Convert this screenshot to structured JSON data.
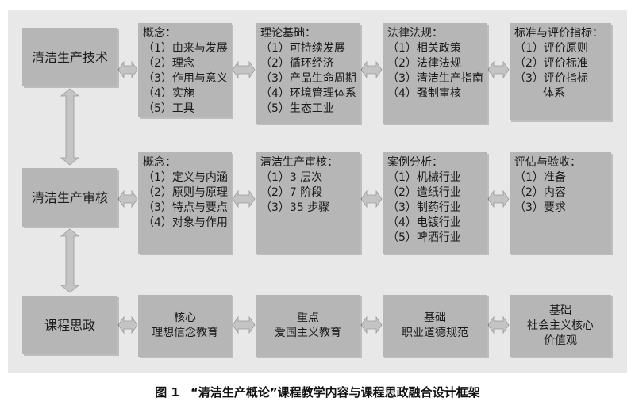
{
  "rows": [
    {
      "head": "清洁生产技术",
      "cells": [
        {
          "title": "概念：",
          "items": [
            "（1）由来与发展",
            "（2）理念",
            "（3）作用与意义",
            "（4）实施",
            "（5）工具"
          ]
        },
        {
          "title": "理论基础：",
          "items": [
            "（1）可持续发展",
            "（2）循环经济",
            "（3）产品生命周期",
            "（4）环境管理体系",
            "（5）生态工业"
          ]
        },
        {
          "title": "法律法规：",
          "items": [
            "（1）相关政策",
            "（2）法律法规",
            "（3）清洁生产指南",
            "（4）强制审核"
          ]
        },
        {
          "title": "标准与评价指标：",
          "items": [
            "（1）评价原则",
            "（2）评价标准",
            "（3）评价指标"
          ],
          "hang": "体系"
        }
      ]
    },
    {
      "head": "清洁生产审核",
      "cells": [
        {
          "title": "概念：",
          "items": [
            "（1）定义与内涵",
            "（2）原则与原理",
            "（3）特点与要点",
            "（4）对象与作用"
          ]
        },
        {
          "title": "清洁生产审核：",
          "items": [
            "（1）3 层次",
            "（2）7 阶段",
            "（3）35 步骤"
          ]
        },
        {
          "title": "案例分析：",
          "items": [
            "（1）机械行业",
            "（2）造纸行业",
            "（3）制药行业",
            "（4）电镀行业",
            "（5）啤酒行业"
          ]
        },
        {
          "title": "评估与验收：",
          "items": [
            "（1）准备",
            "（2）内容",
            "（3）要求"
          ]
        }
      ]
    },
    {
      "head": "课程思政",
      "cells": [
        {
          "lines": [
            "核心",
            "理想信念教育"
          ]
        },
        {
          "lines": [
            "重点",
            "爱国主义教育"
          ]
        },
        {
          "lines": [
            "基础",
            "职业道德规范"
          ]
        },
        {
          "lines": [
            "基础",
            "社会主义核心",
            "价值观"
          ]
        }
      ]
    }
  ],
  "caption": {
    "number": "图 1",
    "text": "“清洁生产概论”课程教学内容与课程思政融合设计框架"
  },
  "colors": {
    "panel": "#e8e8e8",
    "node": "#b6b6b6",
    "arrow": "#c4c4c4",
    "arrow_edge": "#9a9a9a",
    "text": "#1a1a1a"
  }
}
